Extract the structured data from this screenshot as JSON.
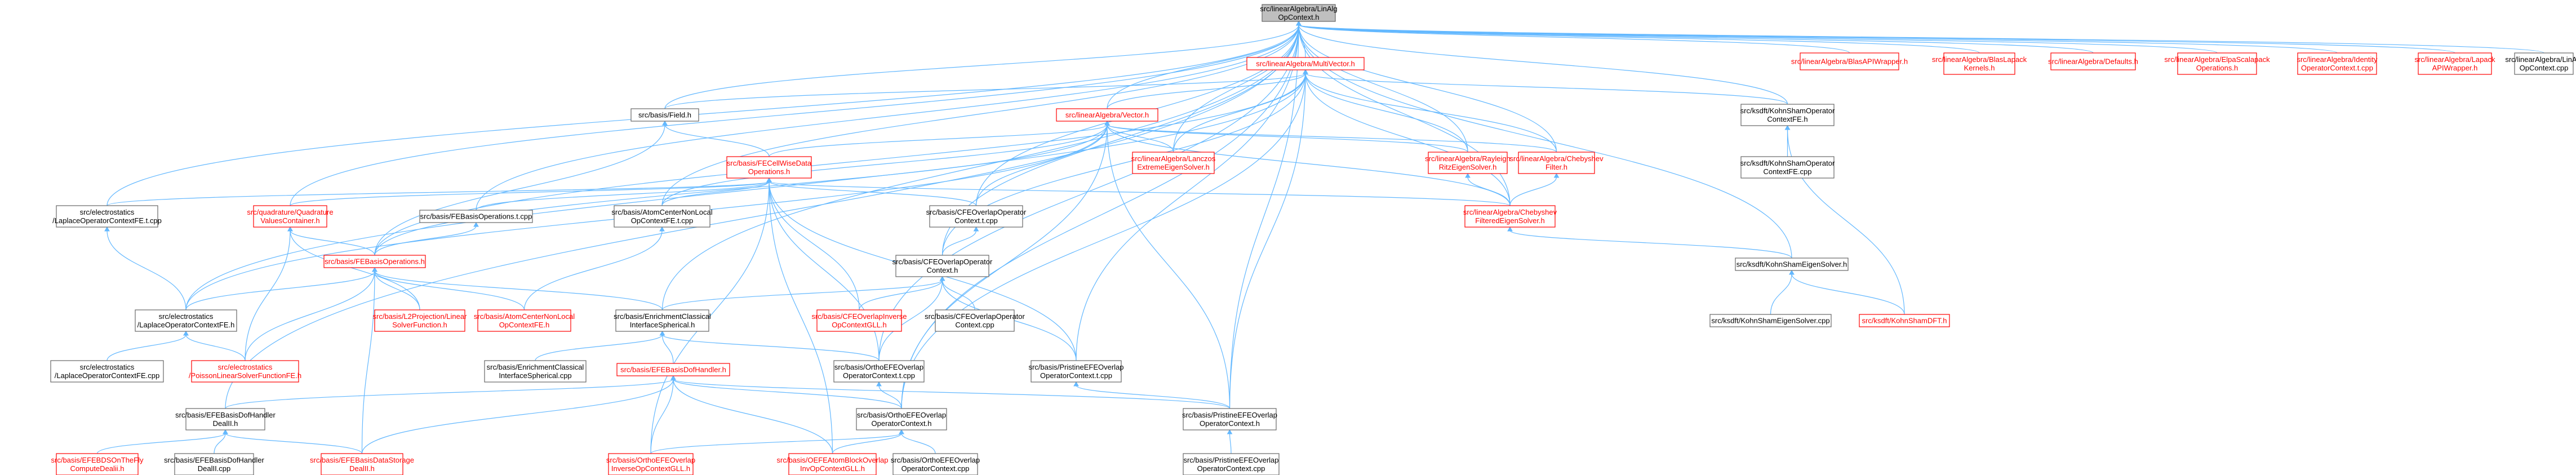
{
  "graph": {
    "colors": {
      "edge": "#63b8ff",
      "node_border": "#666666",
      "red_node": "#ff0000",
      "root_fill": "#bfbfbf"
    },
    "nodes": [
      {
        "id": "root",
        "lines": [
          "src/linearAlgebra/LinAlg",
          "OpContext.h"
        ],
        "style": "root"
      },
      {
        "id": "mv",
        "lines": [
          "src/linearAlgebra/MultiVector.h"
        ],
        "style": "red"
      },
      {
        "id": "blas",
        "lines": [
          "src/linearAlgebra/BlasAPIWrapper.h"
        ],
        "style": "red"
      },
      {
        "id": "blaslapack",
        "lines": [
          "src/linearAlgebra/BlasLapack",
          "Kernels.h"
        ],
        "style": "red"
      },
      {
        "id": "defaults",
        "lines": [
          "src/linearAlgebra/Defaults.h"
        ],
        "style": "red"
      },
      {
        "id": "elpa",
        "lines": [
          "src/linearAlgebra/ElpaScalapack",
          "Operations.h"
        ],
        "style": "red"
      },
      {
        "id": "identity",
        "lines": [
          "src/linearAlgebra/Identity",
          "OperatorContext.t.cpp"
        ],
        "style": "red"
      },
      {
        "id": "lapack",
        "lines": [
          "src/linearAlgebra/Lapack",
          "APIWrapper.h"
        ],
        "style": "red"
      },
      {
        "id": "linalgcpp",
        "lines": [
          "src/linearAlgebra/LinAlg",
          "OpContext.cpp"
        ],
        "style": "normal"
      },
      {
        "id": "field",
        "lines": [
          "src/basis/Field.h"
        ],
        "style": "normal"
      },
      {
        "id": "vector",
        "lines": [
          "src/linearAlgebra/Vector.h"
        ],
        "style": "red"
      },
      {
        "id": "ksopfe",
        "lines": [
          "src/ksdft/KohnShamOperator",
          "ContextFE.h"
        ],
        "style": "normal"
      },
      {
        "id": "fecell",
        "lines": [
          "src/basis/FECellWiseData",
          "Operations.h"
        ],
        "style": "red"
      },
      {
        "id": "lanczos",
        "lines": [
          "src/linearAlgebra/Lanczos",
          "ExtremeEigenSolver.h"
        ],
        "style": "red"
      },
      {
        "id": "rayleigh",
        "lines": [
          "src/linearAlgebra/Rayleigh",
          "RitzEigenSolver.h"
        ],
        "style": "red"
      },
      {
        "id": "cheby",
        "lines": [
          "src/linearAlgebra/Chebyshev",
          "Filter.h"
        ],
        "style": "red"
      },
      {
        "id": "kscpp",
        "lines": [
          "src/ksdft/KohnShamOperator",
          "ContextFE.cpp"
        ],
        "style": "normal"
      },
      {
        "id": "lapfetcpp",
        "lines": [
          "src/electrostatics",
          "/LaplaceOperatorContextFE.t.cpp"
        ],
        "style": "normal"
      },
      {
        "id": "quad",
        "lines": [
          "src/quadrature/Quadrature",
          "ValuesContainer.h"
        ],
        "style": "red"
      },
      {
        "id": "febasisopscpp",
        "lines": [
          "src/basis/FEBasisOperations.t.cpp"
        ],
        "style": "normal"
      },
      {
        "id": "atomcpp",
        "lines": [
          "src/basis/AtomCenterNonLocal",
          "OpContextFE.t.cpp"
        ],
        "style": "normal"
      },
      {
        "id": "cfeovtcpp",
        "lines": [
          "src/basis/CFEOverlapOperator",
          "Context.t.cpp"
        ],
        "style": "normal"
      },
      {
        "id": "chebyfilt",
        "lines": [
          "src/linearAlgebra/Chebyshev",
          "FilteredEigenSolver.h"
        ],
        "style": "red"
      },
      {
        "id": "febasisops",
        "lines": [
          "src/basis/FEBasisOperations.h"
        ],
        "style": "red"
      },
      {
        "id": "cfeov",
        "lines": [
          "src/basis/CFEOverlapOperator",
          "Context.h"
        ],
        "style": "normal"
      },
      {
        "id": "kseig",
        "lines": [
          "src/ksdft/KohnShamEigenSolver.h"
        ],
        "style": "normal"
      },
      {
        "id": "lapfe",
        "lines": [
          "src/electrostatics",
          "/LaplaceOperatorContextFE.h"
        ],
        "style": "normal"
      },
      {
        "id": "l2proj",
        "lines": [
          "src/basis/L2Projection/Linear",
          "SolverFunction.h"
        ],
        "style": "red"
      },
      {
        "id": "atomh",
        "lines": [
          "src/basis/AtomCenterNonLocal",
          "OpContextFE.h"
        ],
        "style": "red"
      },
      {
        "id": "enrich",
        "lines": [
          "src/basis/EnrichmentClassical",
          "InterfaceSpherical.h"
        ],
        "style": "normal"
      },
      {
        "id": "cfeinv",
        "lines": [
          "src/basis/CFEOverlapInverse",
          "OpContextGLL.h"
        ],
        "style": "red"
      },
      {
        "id": "cfeovcpp",
        "lines": [
          "src/basis/CFEOverlapOperator",
          "Context.cpp"
        ],
        "style": "normal"
      },
      {
        "id": "kseigcpp",
        "lines": [
          "src/ksdft/KohnShamEigenSolver.cpp"
        ],
        "style": "normal"
      },
      {
        "id": "ksdft",
        "lines": [
          "src/ksdft/KohnShamDFT.h"
        ],
        "style": "red"
      },
      {
        "id": "lapfecpp",
        "lines": [
          "src/electrostatics",
          "/LaplaceOperatorContextFE.cpp"
        ],
        "style": "normal"
      },
      {
        "id": "poisson",
        "lines": [
          "src/electrostatics",
          "/PoissonLinearSolverFunctionFE.h"
        ],
        "style": "red"
      },
      {
        "id": "enrichcpp",
        "lines": [
          "src/basis/EnrichmentClassical",
          "InterfaceSpherical.cpp"
        ],
        "style": "normal"
      },
      {
        "id": "efedof",
        "lines": [
          "src/basis/EFEBasisDofHandler.h"
        ],
        "style": "red"
      },
      {
        "id": "orthoefetcpp",
        "lines": [
          "src/basis/OrthoEFEOverlap",
          "OperatorContext.t.cpp"
        ],
        "style": "normal"
      },
      {
        "id": "pristinetcpp",
        "lines": [
          "src/basis/PristineEFEOverlap",
          "OperatorContext.t.cpp"
        ],
        "style": "normal"
      },
      {
        "id": "efedealii",
        "lines": [
          "src/basis/EFEBasisDofHandler",
          "DealII.h"
        ],
        "style": "normal"
      },
      {
        "id": "orthoefe",
        "lines": [
          "src/basis/OrthoEFEOverlap",
          "OperatorContext.h"
        ],
        "style": "normal"
      },
      {
        "id": "pristine",
        "lines": [
          "src/basis/PristineEFEOverlap",
          "OperatorContext.h"
        ],
        "style": "normal"
      },
      {
        "id": "efebdof",
        "lines": [
          "src/basis/EFEBDSOnTheFly",
          "ComputeDealii.h"
        ],
        "style": "red"
      },
      {
        "id": "efedealiicpp",
        "lines": [
          "src/basis/EFEBasisDofHandler",
          "DealII.cpp"
        ],
        "style": "normal"
      },
      {
        "id": "efestorage",
        "lines": [
          "src/basis/EFEBasisDataStorage",
          "DealII.h"
        ],
        "style": "red"
      },
      {
        "id": "orthoinv",
        "lines": [
          "src/basis/OrthoEFEOverlap",
          "InverseOpContextGLL.h"
        ],
        "style": "red"
      },
      {
        "id": "oefeatom",
        "lines": [
          "src/basis/OEFEAtomBlockOverlap",
          "InvOpContextGLL.h"
        ],
        "style": "red"
      },
      {
        "id": "orthoefecpp",
        "lines": [
          "src/basis/OrthoEFEOverlap",
          "OperatorContext.cpp"
        ],
        "style": "normal"
      },
      {
        "id": "pristinecpp",
        "lines": [
          "src/basis/PristineEFEOverlap",
          "OperatorContext.cpp"
        ],
        "style": "normal"
      }
    ]
  }
}
